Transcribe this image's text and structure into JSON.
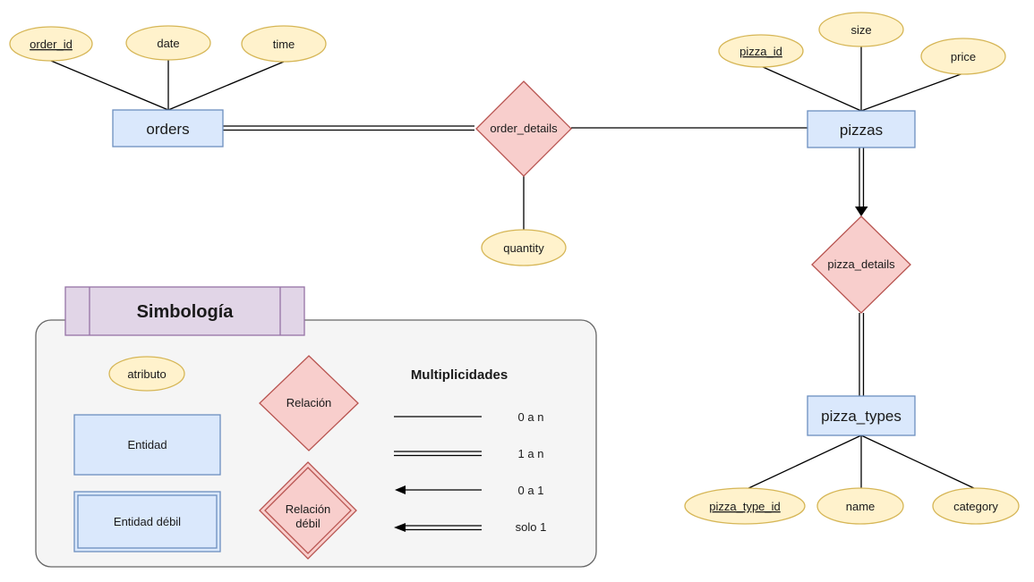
{
  "diagram": {
    "entities": {
      "orders": "orders",
      "pizzas": "pizzas",
      "pizza_types": "pizza_types"
    },
    "relations": {
      "order_details": "order_details",
      "pizza_details": "pizza_details"
    },
    "attributes": {
      "order_id": "order_id",
      "date": "date",
      "time": "time",
      "quantity": "quantity",
      "pizza_id": "pizza_id",
      "size": "size",
      "price": "price",
      "pizza_type_id": "pizza_type_id",
      "name": "name",
      "category": "category"
    }
  },
  "legend": {
    "title": "Simbología",
    "attribute": "atributo",
    "entity": "Entidad",
    "weak_entity": "Entidad débil",
    "relation": "Relación",
    "weak_relation_line1": "Relación",
    "weak_relation_line2": "débil",
    "multiplicities_title": "Multiplicidades",
    "mult_0n": "0 a n",
    "mult_1n": "1 a n",
    "mult_01": "0 a 1",
    "mult_only1": "solo 1"
  },
  "colors": {
    "attribute_fill": "#fff2cc",
    "attribute_stroke": "#d6b656",
    "entity_fill": "#dae8fc",
    "entity_stroke": "#6c8ebf",
    "relation_fill": "#f8cecc",
    "relation_stroke": "#b85450",
    "legend_fill": "#f5f5f5",
    "legend_title_fill": "#e1d5e7"
  }
}
